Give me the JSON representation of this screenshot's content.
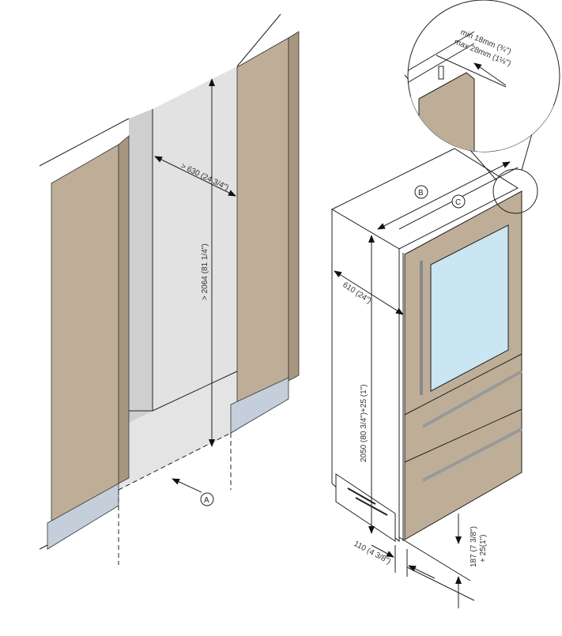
{
  "diagram": {
    "dimensions": {
      "niche_width": "> 630 (24 3/4\")",
      "niche_height": "> 2064 (81 1/4\")",
      "depth": "610 (24\")",
      "height": "2050 (80 3/4\")+25 (1\")",
      "plinth_height": "187 (7 3/8\")",
      "plinth_height_extra": "+ 25(1\")",
      "plinth_depth": "110 (4 3/8\")",
      "door_thickness_min": "min 18mm (¾\")",
      "door_thickness_max": "max 28mm (1⅛\")"
    },
    "callouts": {
      "a": "A",
      "b": "B",
      "c": "C"
    },
    "colors": {
      "panel": "#bfae97",
      "plinth": "#c5cedb",
      "wall": "#dcdcdc",
      "glass": "#c9e6f2"
    }
  }
}
